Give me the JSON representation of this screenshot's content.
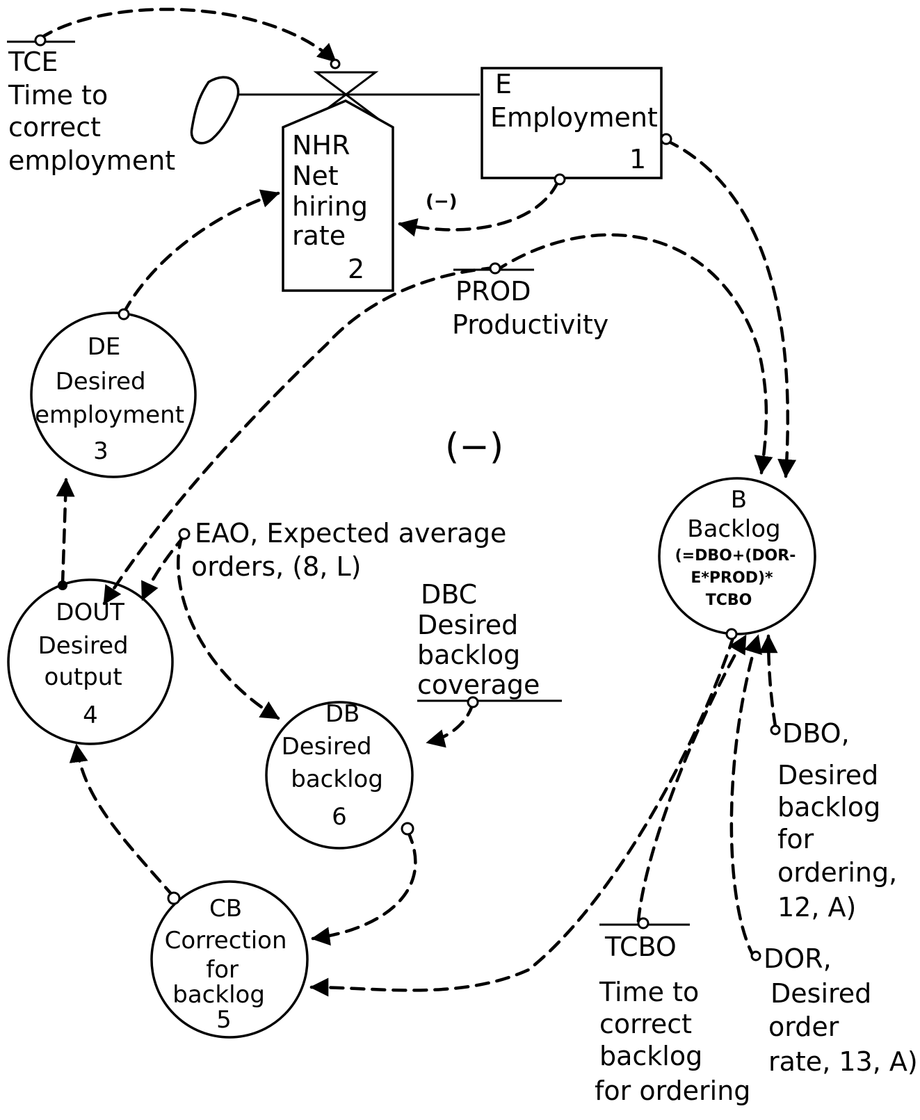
{
  "nodes": {
    "tce": {
      "lines": [
        "TCE",
        "Time to",
        "correct",
        "employment"
      ]
    },
    "e": {
      "lines": [
        "E",
        "Employment",
        "1"
      ]
    },
    "nhr": {
      "lines": [
        "NHR",
        "Net",
        "hiring",
        "rate",
        "2"
      ]
    },
    "prod": {
      "lines": [
        "PROD",
        "Productivity"
      ]
    },
    "de": {
      "lines": [
        "DE",
        "Desired",
        "employment",
        "3"
      ]
    },
    "dout": {
      "lines": [
        "DOUT",
        "Desired",
        "output",
        "4"
      ]
    },
    "cb": {
      "lines": [
        "CB",
        "Correction",
        "for",
        "backlog",
        "5"
      ]
    },
    "db": {
      "lines": [
        "DB",
        "Desired",
        "backlog",
        "6"
      ]
    },
    "b": {
      "lines": [
        "B",
        "Backlog",
        "(=DBO+(DOR-",
        "E*PROD)*",
        "TCBO"
      ]
    },
    "dbc": {
      "lines": [
        "DBC",
        "Desired",
        "backlog",
        "coverage"
      ]
    },
    "tcbo": {
      "lines": [
        "TCBO",
        "Time to",
        "correct",
        "backlog",
        "for ordering"
      ]
    },
    "dbo": {
      "lines": [
        "DBO,",
        "Desired",
        "backlog",
        "for",
        "ordering,",
        "12, A)"
      ]
    },
    "dor": {
      "lines": [
        "DOR,",
        "Desired",
        "order",
        "rate, 13, A)"
      ]
    }
  },
  "eao": {
    "lines": [
      "EAO, Expected average",
      "orders, (8, L)"
    ]
  },
  "loop_polarity": "(−)",
  "link_polarity": "(−)"
}
